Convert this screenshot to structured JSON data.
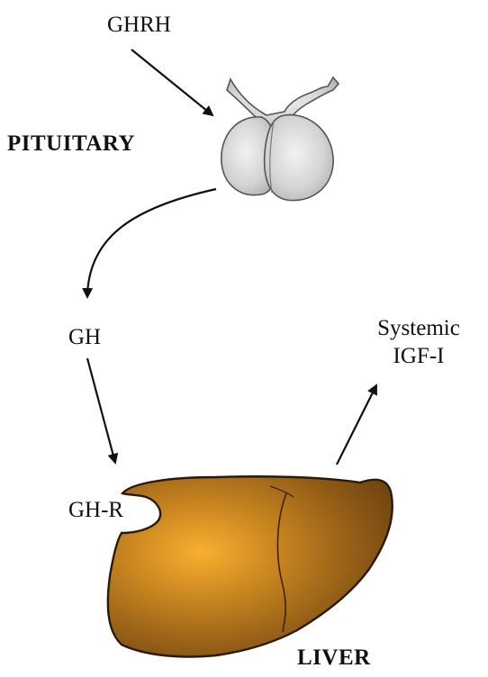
{
  "labels": {
    "ghrh": "GHRH",
    "pituitary": "PITUITARY",
    "gh": "GH",
    "systemic_line1": "Systemic",
    "systemic_line2": "IGF-I",
    "gh_r": "GH-R",
    "liver": "LIVER"
  },
  "colors": {
    "text": "#111111",
    "arrow": "#111111",
    "pituitary_fill": "#d6d6d6",
    "pituitary_stroke": "#555555",
    "liver_light": "#f7b030",
    "liver_mid": "#b5721a",
    "liver_dark": "#6e4410",
    "liver_stroke": "#2a1a06"
  }
}
